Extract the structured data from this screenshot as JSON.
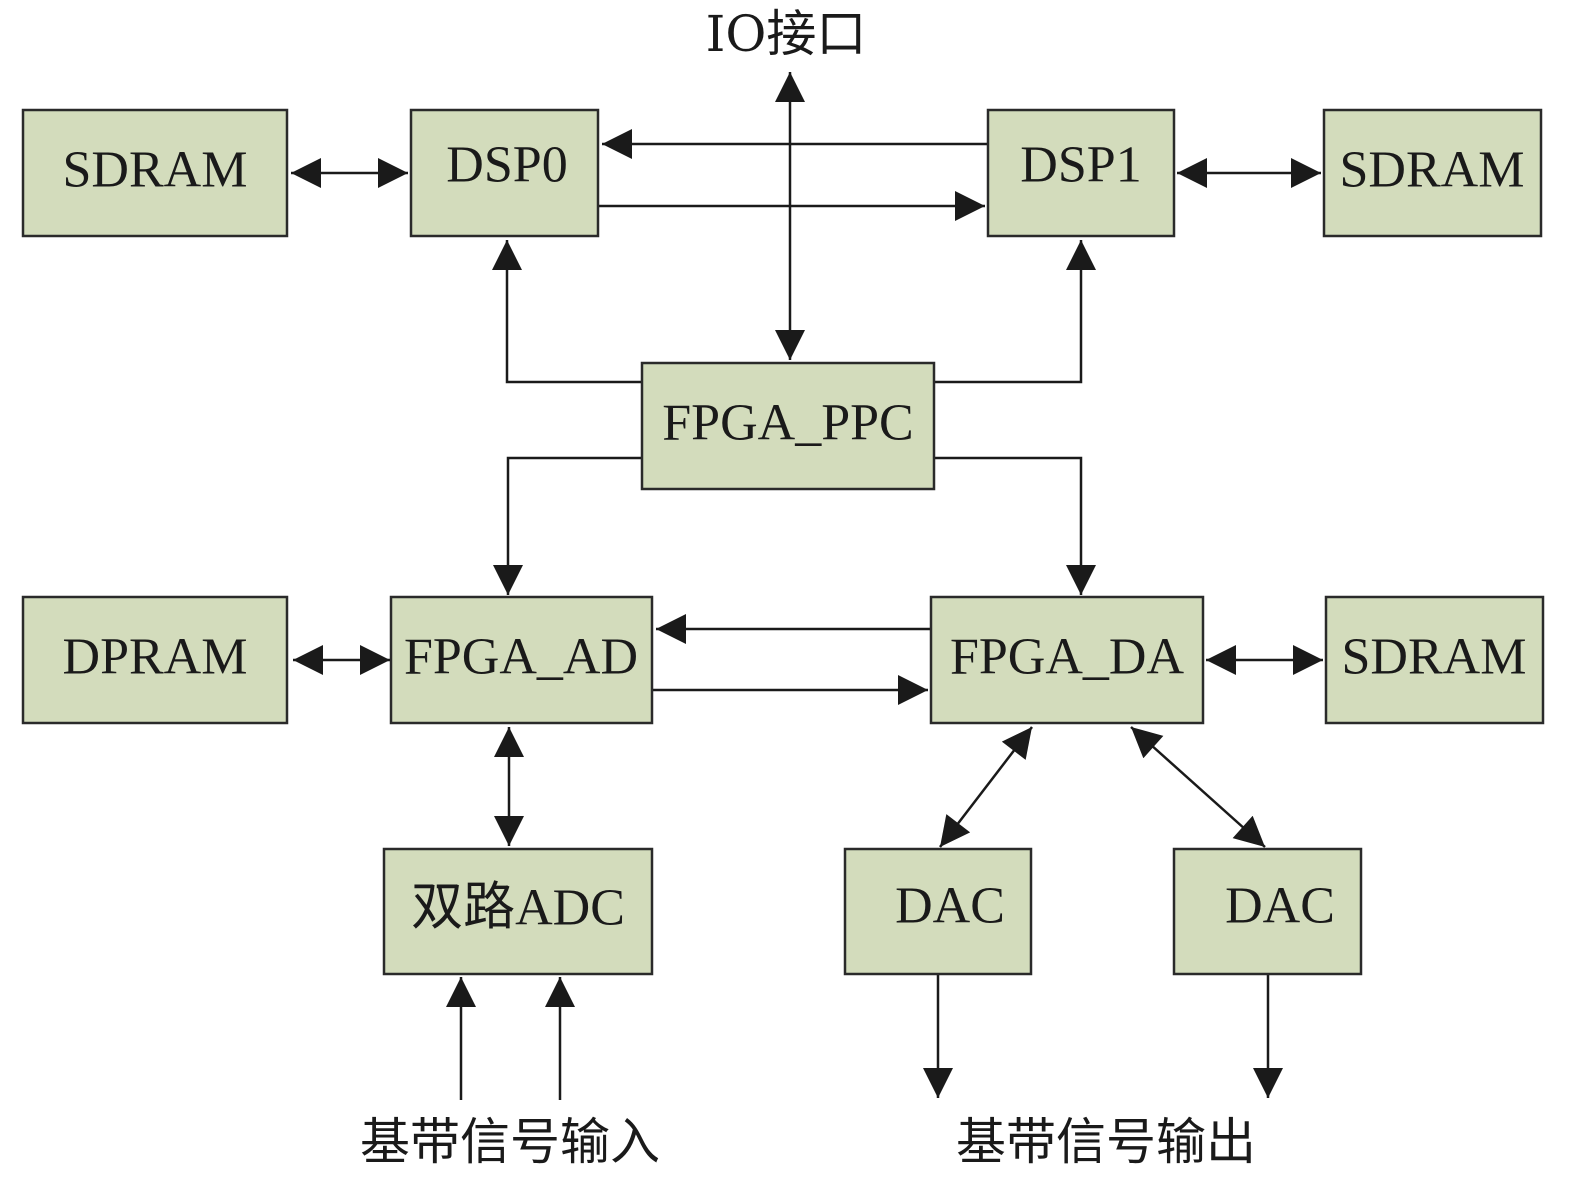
{
  "diagram": {
    "blocks": {
      "sdram_left": "SDRAM",
      "dsp0": "DSP0",
      "dsp1": "DSP1",
      "sdram_right": "SDRAM",
      "fpga_ppc": "FPGA_PPC",
      "dpram": "DPRAM",
      "fpga_ad": "FPGA_AD",
      "fpga_da": "FPGA_DA",
      "sdram_da": "SDRAM",
      "dual_adc": "双路ADC",
      "dac_left": "DAC",
      "dac_right": "DAC"
    },
    "labels": {
      "io_interface": "IO接口",
      "baseband_in": "基带信号输入",
      "baseband_out": "基带信号输出"
    }
  }
}
